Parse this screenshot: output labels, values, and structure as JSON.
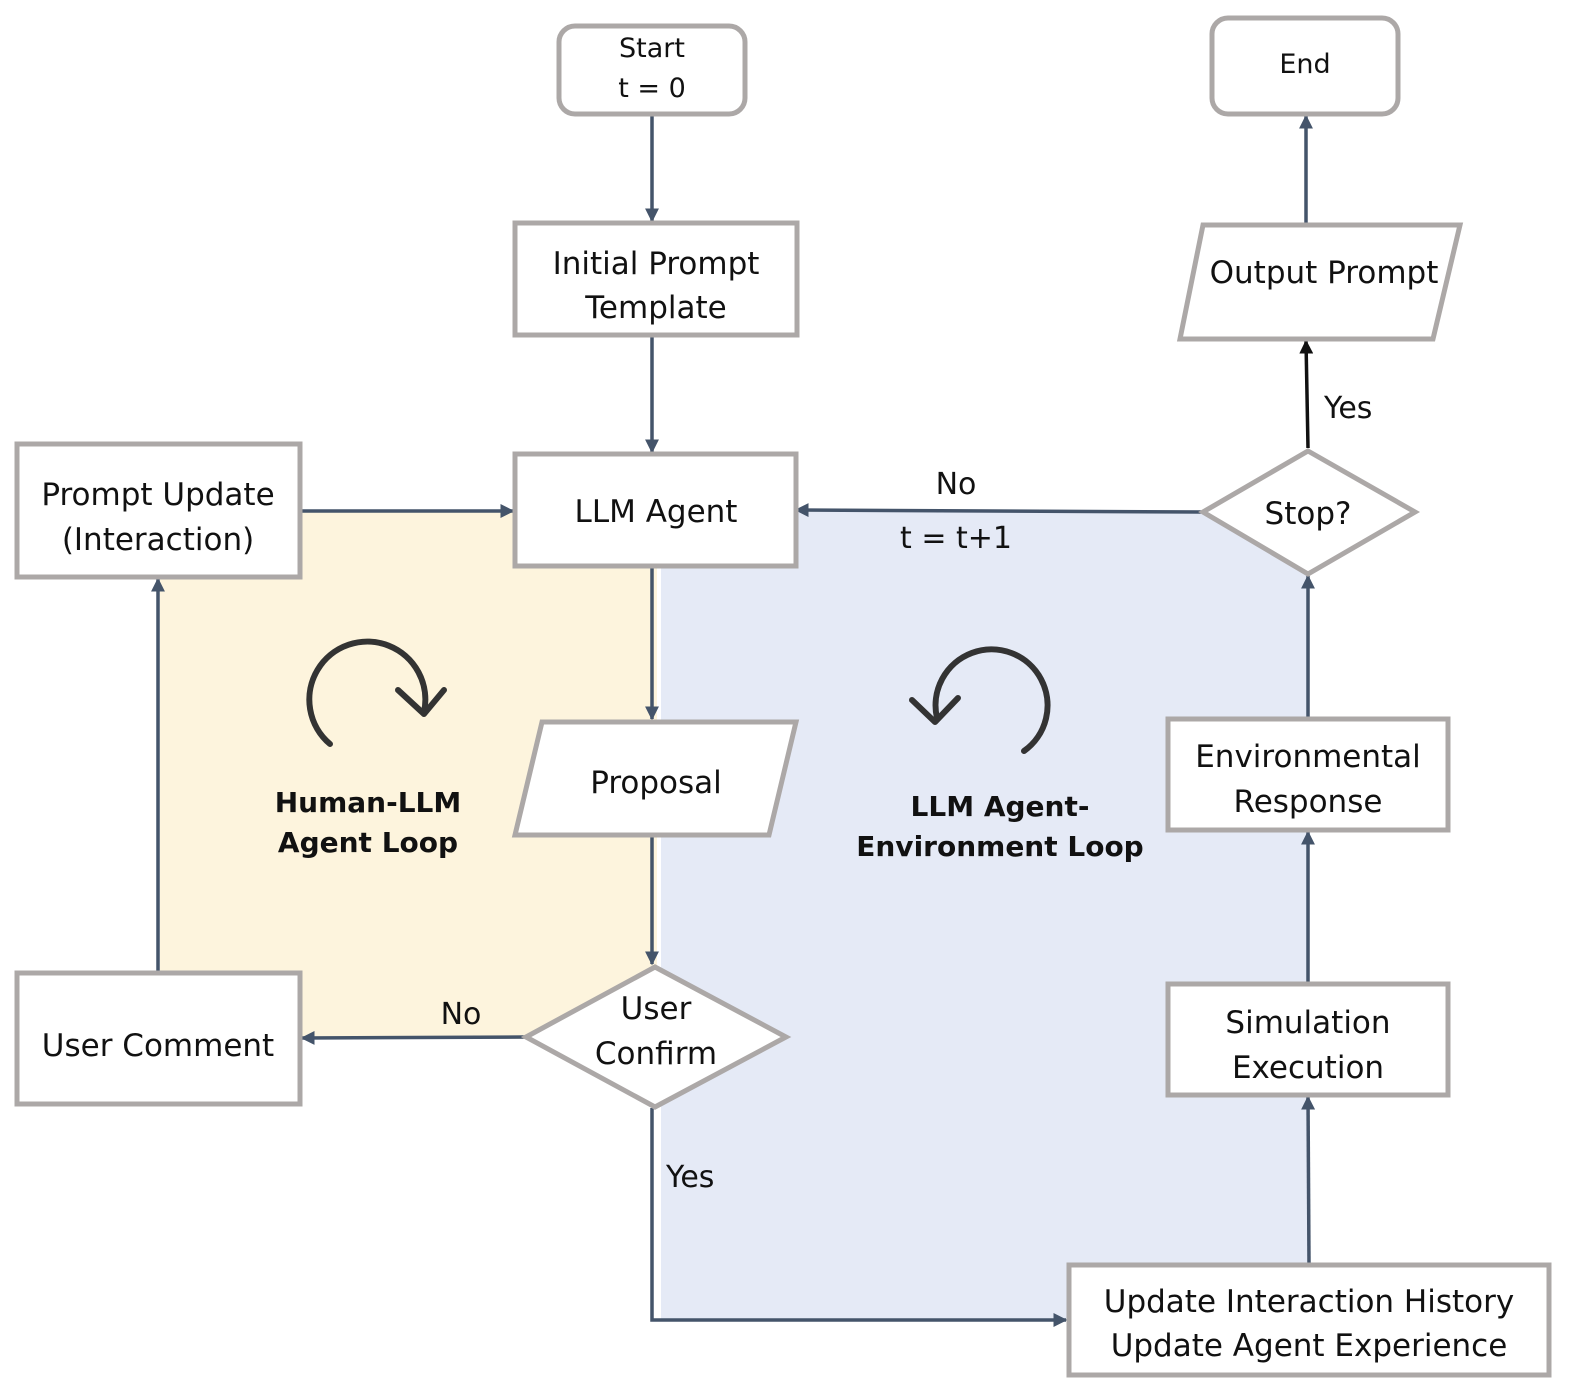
{
  "diagram": {
    "colors": {
      "human_loop_bg": "#fdf4dd",
      "env_loop_bg": "#e5eaf6",
      "edge": "#44546a",
      "node_border": "#aca8a7"
    },
    "nodes": {
      "start": {
        "line1": "Start",
        "line2": "t = 0"
      },
      "end": {
        "label": "End"
      },
      "initial_prompt": {
        "line1": "Initial Prompt",
        "line2": "Template"
      },
      "llm_agent": {
        "label": "LLM Agent"
      },
      "prompt_update": {
        "line1": "Prompt Update",
        "line2": "(Interaction)"
      },
      "proposal": {
        "label": "Proposal"
      },
      "user_confirm": {
        "line1": "User",
        "line2": "Confirm"
      },
      "user_comment": {
        "label": "User Comment"
      },
      "update_history": {
        "line1": "Update Interaction History",
        "line2": "Update Agent Experience"
      },
      "simulation": {
        "line1": "Simulation",
        "line2": "Execution"
      },
      "env_response": {
        "line1": "Environmental",
        "line2": "Response"
      },
      "stop": {
        "label": "Stop?"
      },
      "output_prompt": {
        "label": "Output Prompt"
      }
    },
    "edge_labels": {
      "stop_no": "No",
      "stop_increment": "t = t+1",
      "stop_yes": "Yes",
      "confirm_no": "No",
      "confirm_yes": "Yes"
    },
    "loops": {
      "human": {
        "line1": "Human-LLM",
        "line2": "Agent Loop",
        "icon": "clockwise-arrow"
      },
      "environment": {
        "line1": "LLM Agent-",
        "line2": "Environment Loop",
        "icon": "counterclockwise-arrow"
      }
    }
  }
}
